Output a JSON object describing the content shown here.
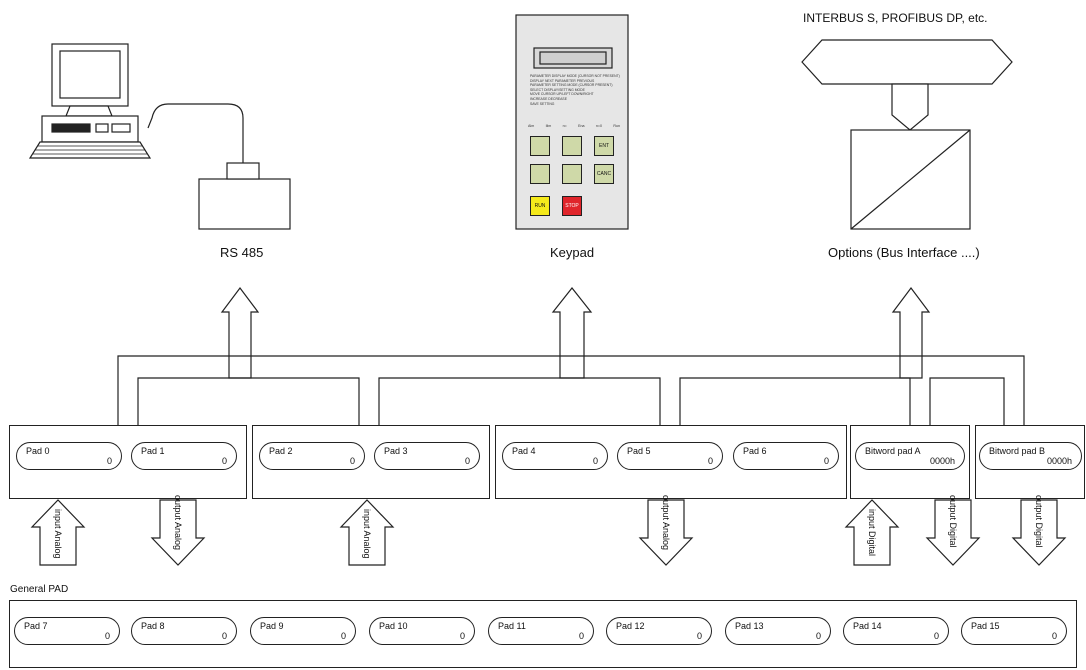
{
  "labels": {
    "rs485": "RS 485",
    "keypad": "Keypad",
    "options": "Options (Bus Interface ....)",
    "fieldbus": "INTERBUS S, PROFIBUS DP, etc.",
    "general_pad": "General PAD"
  },
  "top_pads": [
    {
      "name": "Pad 0",
      "value": "0"
    },
    {
      "name": "Pad 1",
      "value": "0"
    },
    {
      "name": "Pad 2",
      "value": "0"
    },
    {
      "name": "Pad 3",
      "value": "0"
    },
    {
      "name": "Pad 4",
      "value": "0"
    },
    {
      "name": "Pad 5",
      "value": "0"
    },
    {
      "name": "Pad 6",
      "value": "0"
    },
    {
      "name": "Bitword pad A",
      "value": "0000h"
    },
    {
      "name": "Bitword pad B",
      "value": "0000h"
    }
  ],
  "general_pads": [
    {
      "name": "Pad 7",
      "value": "0"
    },
    {
      "name": "Pad 8",
      "value": "0"
    },
    {
      "name": "Pad 9",
      "value": "0"
    },
    {
      "name": "Pad 10",
      "value": "0"
    },
    {
      "name": "Pad 11",
      "value": "0"
    },
    {
      "name": "Pad 12",
      "value": "0"
    },
    {
      "name": "Pad 13",
      "value": "0"
    },
    {
      "name": "Pad 14",
      "value": "0"
    },
    {
      "name": "Pad 15",
      "value": "0"
    }
  ],
  "io_arrows": [
    {
      "text": "input Analog"
    },
    {
      "text": "output Analog"
    },
    {
      "text": "input Analog"
    },
    {
      "text": "output Analog"
    },
    {
      "text": "input Digital"
    },
    {
      "text": "output Digital"
    },
    {
      "text": "output Digital"
    }
  ],
  "keypad_panel": {
    "line1": "PARAMETER DISPLAY MODE (CURSOR NOT PRESENT)",
    "line2": "DISPLAY NEXT PARAMETER",
    "line3": "PREVIOUS",
    "line4": "PARAMETER SETTING MODE (CURSOR PRESENT)",
    "line5": "SELECT DISPLAY/SETTING MODE",
    "line6": "MOVE CURSOR UP/LEFT",
    "line7": "DOWN/RIGHT",
    "line8": "INCREASE",
    "line9": "DECREASE",
    "line10": "SAVE SETTING",
    "leds": [
      "Alm",
      "Ilim",
      "n=",
      "Ena",
      "n=0",
      "Run"
    ],
    "keys": {
      "enter": "ENT",
      "cancel": "CANC",
      "run": "RUN",
      "stop": "STOP"
    },
    "colors": {
      "run": "#f5ea1c",
      "stop": "#e0252b",
      "key_face": "#cfd9a8",
      "panel": "#e6e6e6"
    }
  }
}
